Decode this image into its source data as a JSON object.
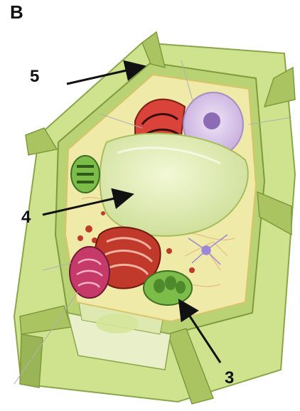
{
  "panel": {
    "letter": "B"
  },
  "labels": [
    {
      "id": "5",
      "text": "5",
      "target": "cell-wall-icon"
    },
    {
      "id": "4",
      "text": "4",
      "target": "vacuole-icon"
    },
    {
      "id": "3",
      "text": "3",
      "target": "chloroplast-icon"
    }
  ],
  "icons": [
    "cell-wall-icon",
    "cell-membrane-icon",
    "vacuole-icon",
    "nucleus-icon",
    "nucleolus-icon",
    "golgi-apparatus-icon",
    "mitochondrion-icon",
    "chloroplast-icon",
    "ribosome-icon",
    "endoplasmic-reticulum-icon",
    "arrow-icon"
  ],
  "colors": {
    "cell_wall": "#b9d273",
    "cell_wall_dark": "#7f9a3c",
    "cytoplasm": "#f0eaa8",
    "vacuole": "#dbe8a8",
    "nucleus": "#d9c6ea",
    "nucleolus": "#8e6bb5",
    "golgi": "#d9433a",
    "mitochondrion": "#c0392b",
    "chloroplast": "#7cbd4a",
    "arrow": "#111111"
  }
}
